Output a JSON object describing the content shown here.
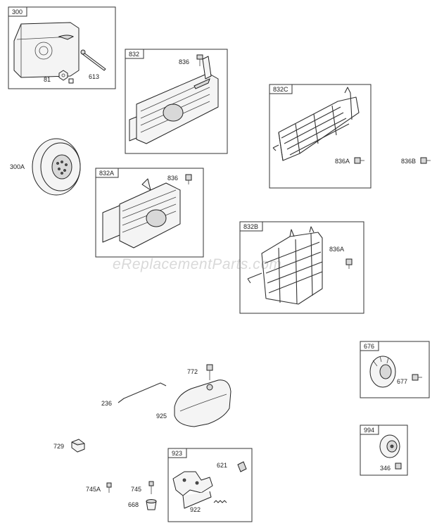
{
  "watermark": "eReplacementParts.com",
  "frames": {
    "f300": "300",
    "f832": "832",
    "f832C": "832C",
    "f832A": "832A",
    "f832B": "832B",
    "f676": "676",
    "f994": "994",
    "f923": "923"
  },
  "labels": {
    "p81": "81",
    "p613": "613",
    "p836_a": "836",
    "p300A": "300A",
    "p836A_c": "836A",
    "p836B": "836B",
    "p836_b": "836",
    "p836A_b": "836A",
    "p772": "772",
    "p236": "236",
    "p925": "925",
    "p677": "677",
    "p729": "729",
    "p621": "621",
    "p745A": "745A",
    "p745": "745",
    "p668": "668",
    "p922": "922",
    "p346": "346"
  }
}
